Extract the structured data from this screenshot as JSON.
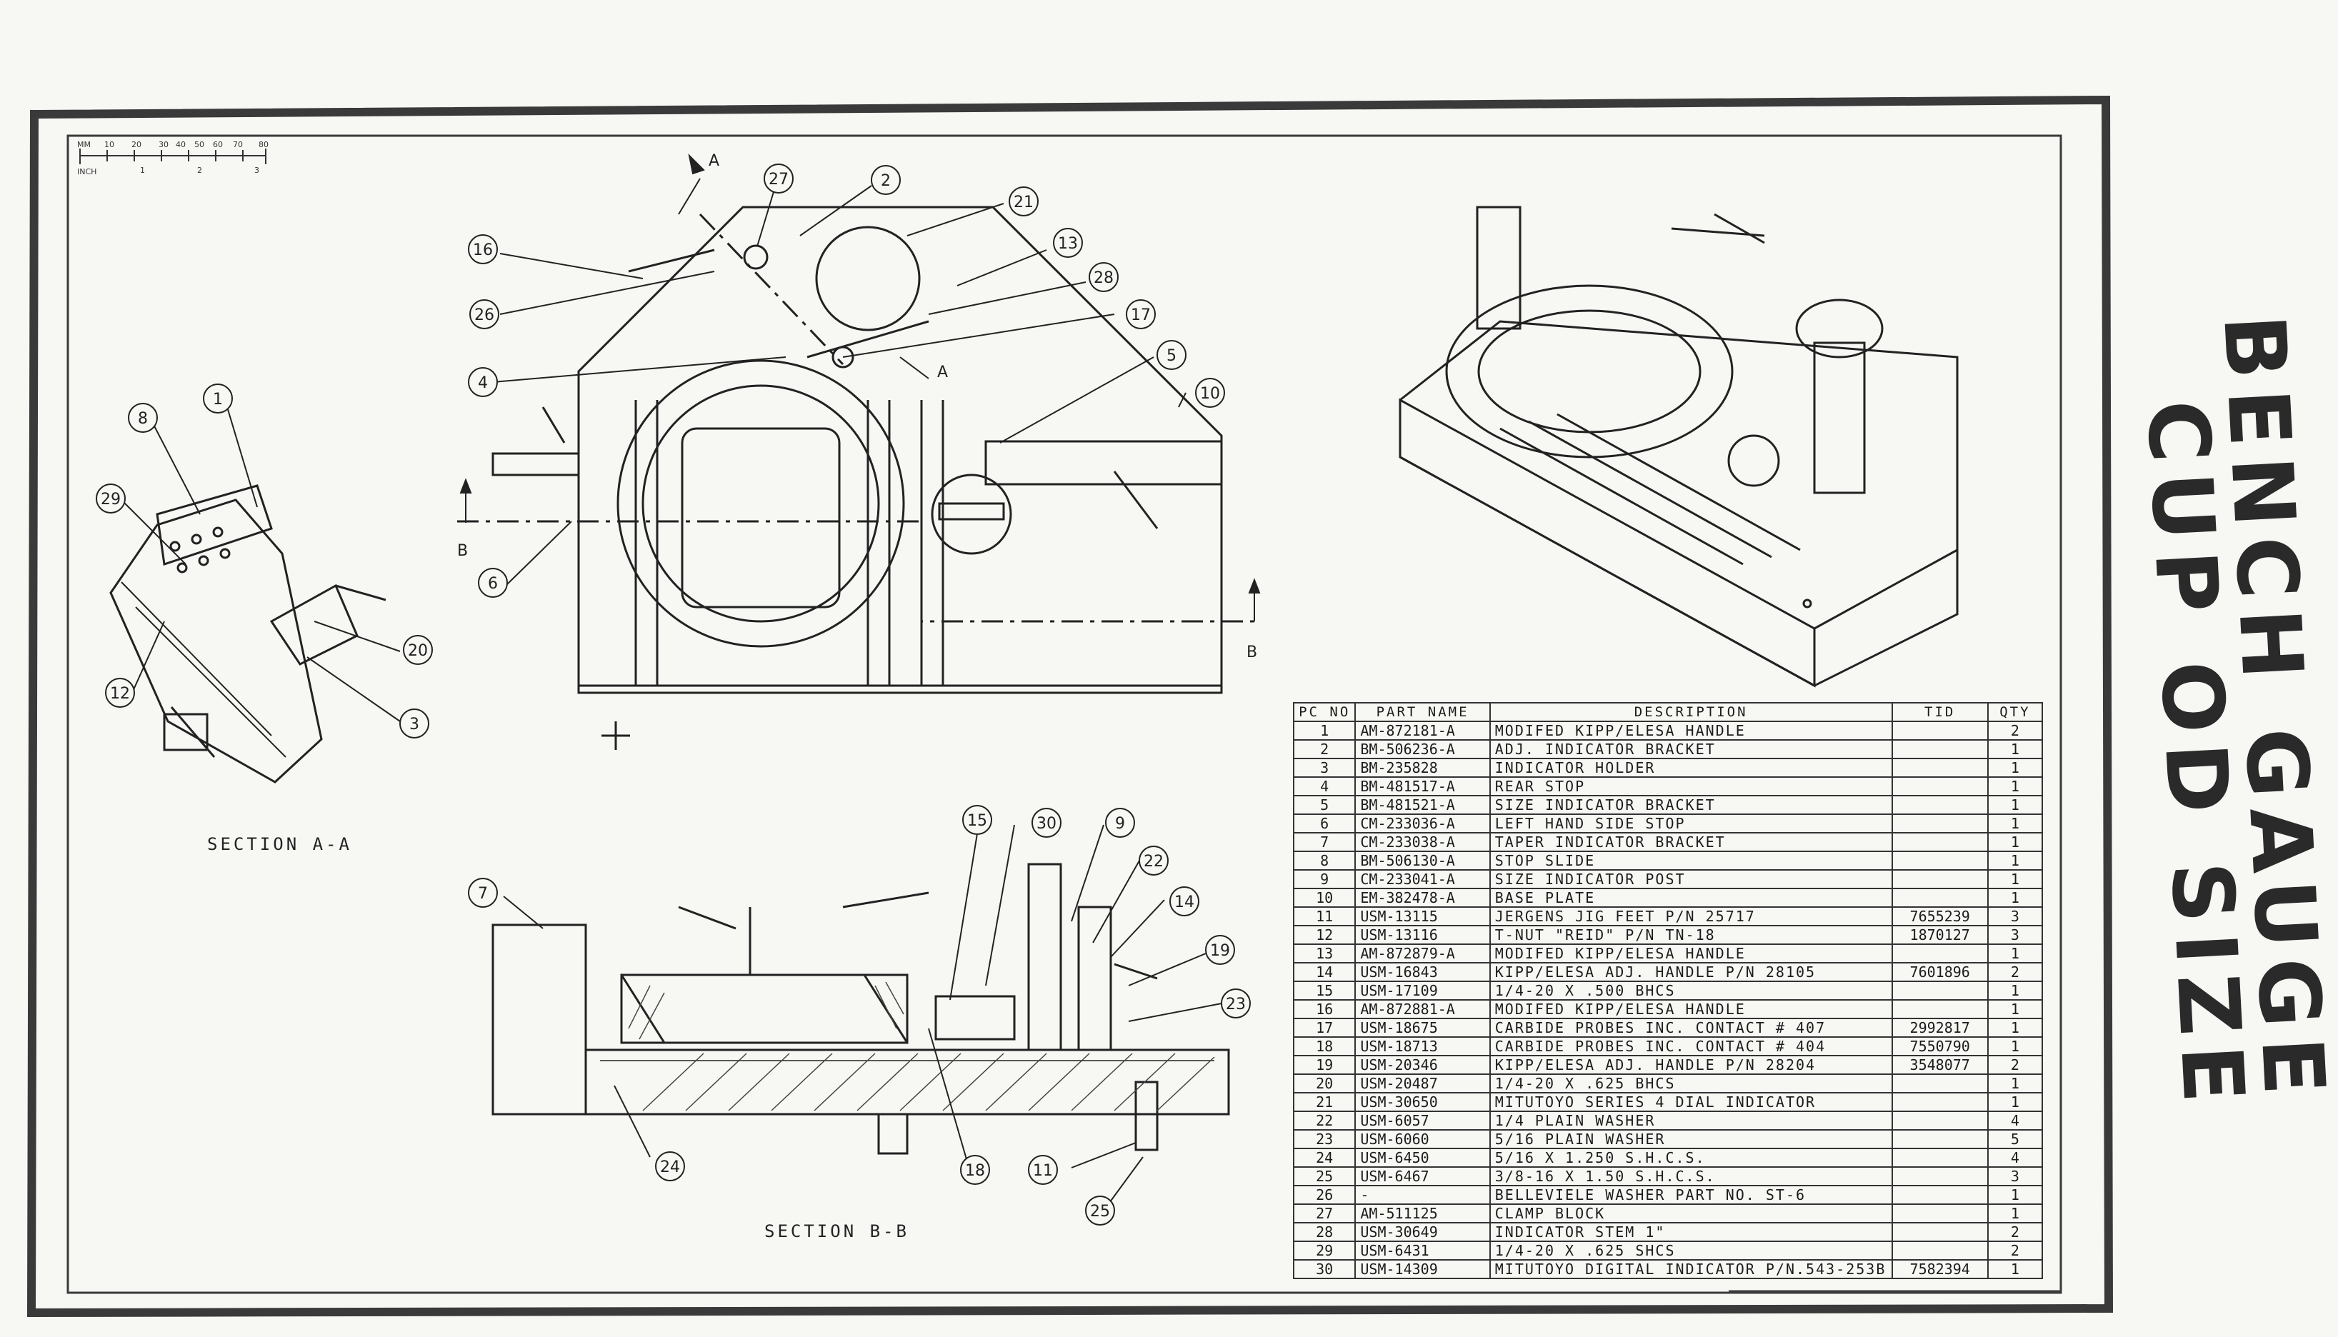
{
  "title": {
    "line1": "BENCH GAUGE",
    "line2": "CUP OD SIZE"
  },
  "sections": {
    "aa": "SECTION A-A",
    "bb": "SECTION B-B"
  },
  "scale_bar": {
    "unit": "INCH",
    "ticks_mm": [
      "MM",
      "10",
      "20",
      "30",
      "40",
      "50",
      "60",
      "70",
      "80"
    ],
    "ticks_in": [
      "1",
      "2",
      "3"
    ]
  },
  "cut_marks": [
    "A",
    "A",
    "B",
    "B"
  ],
  "parts_table": {
    "headers": {
      "pc": "PC NO",
      "part": "PART NAME",
      "desc": "DESCRIPTION",
      "tid": "TID",
      "qty": "QTY"
    },
    "rows": [
      {
        "pc": "1",
        "part": "AM-872181-A",
        "desc": "MODIFED KIPP/ELESA HANDLE",
        "tid": "",
        "qty": "2"
      },
      {
        "pc": "2",
        "part": "BM-506236-A",
        "desc": "ADJ. INDICATOR BRACKET",
        "tid": "",
        "qty": "1"
      },
      {
        "pc": "3",
        "part": "BM-235828",
        "desc": "INDICATOR HOLDER",
        "tid": "",
        "qty": "1"
      },
      {
        "pc": "4",
        "part": "BM-481517-A",
        "desc": "REAR STOP",
        "tid": "",
        "qty": "1"
      },
      {
        "pc": "5",
        "part": "BM-481521-A",
        "desc": "SIZE INDICATOR BRACKET",
        "tid": "",
        "qty": "1"
      },
      {
        "pc": "6",
        "part": "CM-233036-A",
        "desc": "LEFT HAND SIDE STOP",
        "tid": "",
        "qty": "1"
      },
      {
        "pc": "7",
        "part": "CM-233038-A",
        "desc": "TAPER INDICATOR BRACKET",
        "tid": "",
        "qty": "1"
      },
      {
        "pc": "8",
        "part": "BM-506130-A",
        "desc": "STOP SLIDE",
        "tid": "",
        "qty": "1"
      },
      {
        "pc": "9",
        "part": "CM-233041-A",
        "desc": "SIZE INDICATOR POST",
        "tid": "",
        "qty": "1"
      },
      {
        "pc": "10",
        "part": "EM-382478-A",
        "desc": "BASE PLATE",
        "tid": "",
        "qty": "1"
      },
      {
        "pc": "11",
        "part": "USM-13115",
        "desc": "JERGENS JIG FEET P/N 25717",
        "tid": "7655239",
        "qty": "3"
      },
      {
        "pc": "12",
        "part": "USM-13116",
        "desc": "T-NUT \"REID\" P/N TN-18",
        "tid": "1870127",
        "qty": "3"
      },
      {
        "pc": "13",
        "part": "AM-872879-A",
        "desc": "MODIFED KIPP/ELESA HANDLE",
        "tid": "",
        "qty": "1"
      },
      {
        "pc": "14",
        "part": "USM-16843",
        "desc": "KIPP/ELESA ADJ. HANDLE P/N 28105",
        "tid": "7601896",
        "qty": "2"
      },
      {
        "pc": "15",
        "part": "USM-17109",
        "desc": "1/4-20 X .500 BHCS",
        "tid": "",
        "qty": "1"
      },
      {
        "pc": "16",
        "part": "AM-872881-A",
        "desc": "MODIFED KIPP/ELESA HANDLE",
        "tid": "",
        "qty": "1"
      },
      {
        "pc": "17",
        "part": "USM-18675",
        "desc": "CARBIDE PROBES INC. CONTACT # 407",
        "tid": "2992817",
        "qty": "1"
      },
      {
        "pc": "18",
        "part": "USM-18713",
        "desc": "CARBIDE PROBES INC. CONTACT # 404",
        "tid": "7550790",
        "qty": "1"
      },
      {
        "pc": "19",
        "part": "USM-20346",
        "desc": "KIPP/ELESA ADJ. HANDLE P/N 28204",
        "tid": "3548077",
        "qty": "2"
      },
      {
        "pc": "20",
        "part": "USM-20487",
        "desc": "1/4-20 X .625 BHCS",
        "tid": "",
        "qty": "1"
      },
      {
        "pc": "21",
        "part": "USM-30650",
        "desc": "MITUTOYO SERIES 4 DIAL INDICATOR",
        "tid": "",
        "qty": "1"
      },
      {
        "pc": "22",
        "part": "USM-6057",
        "desc": "1/4 PLAIN WASHER",
        "tid": "",
        "qty": "4"
      },
      {
        "pc": "23",
        "part": "USM-6060",
        "desc": "5/16 PLAIN WASHER",
        "tid": "",
        "qty": "5"
      },
      {
        "pc": "24",
        "part": "USM-6450",
        "desc": "5/16 X 1.250 S.H.C.S.",
        "tid": "",
        "qty": "4"
      },
      {
        "pc": "25",
        "part": "USM-6467",
        "desc": "3/8-16 X 1.50 S.H.C.S.",
        "tid": "",
        "qty": "3"
      },
      {
        "pc": "26",
        "part": "-",
        "desc": "BELLEVIELE WASHER PART NO. ST-6",
        "tid": "",
        "qty": "1"
      },
      {
        "pc": "27",
        "part": "AM-511125",
        "desc": "CLAMP BLOCK",
        "tid": "",
        "qty": "1"
      },
      {
        "pc": "28",
        "part": "USM-30649",
        "desc": "INDICATOR STEM 1\"",
        "tid": "",
        "qty": "2"
      },
      {
        "pc": "29",
        "part": "USM-6431",
        "desc": "1/4-20 X .625 SHCS",
        "tid": "",
        "qty": "2"
      },
      {
        "pc": "30",
        "part": "USM-14309",
        "desc": "MITUTOYO DIGITAL INDICATOR P/N.543-253B",
        "tid": "7582394",
        "qty": "1"
      }
    ]
  },
  "balloons": {
    "top_view": [
      "27",
      "2",
      "21",
      "13",
      "28",
      "17",
      "16",
      "26",
      "4",
      "5",
      "10",
      "6"
    ],
    "section_aa": [
      "8",
      "1",
      "29",
      "20",
      "12",
      "3"
    ],
    "section_bb": [
      "15",
      "30",
      "9",
      "22",
      "14",
      "19",
      "23",
      "7",
      "24",
      "18",
      "11",
      "25"
    ]
  }
}
